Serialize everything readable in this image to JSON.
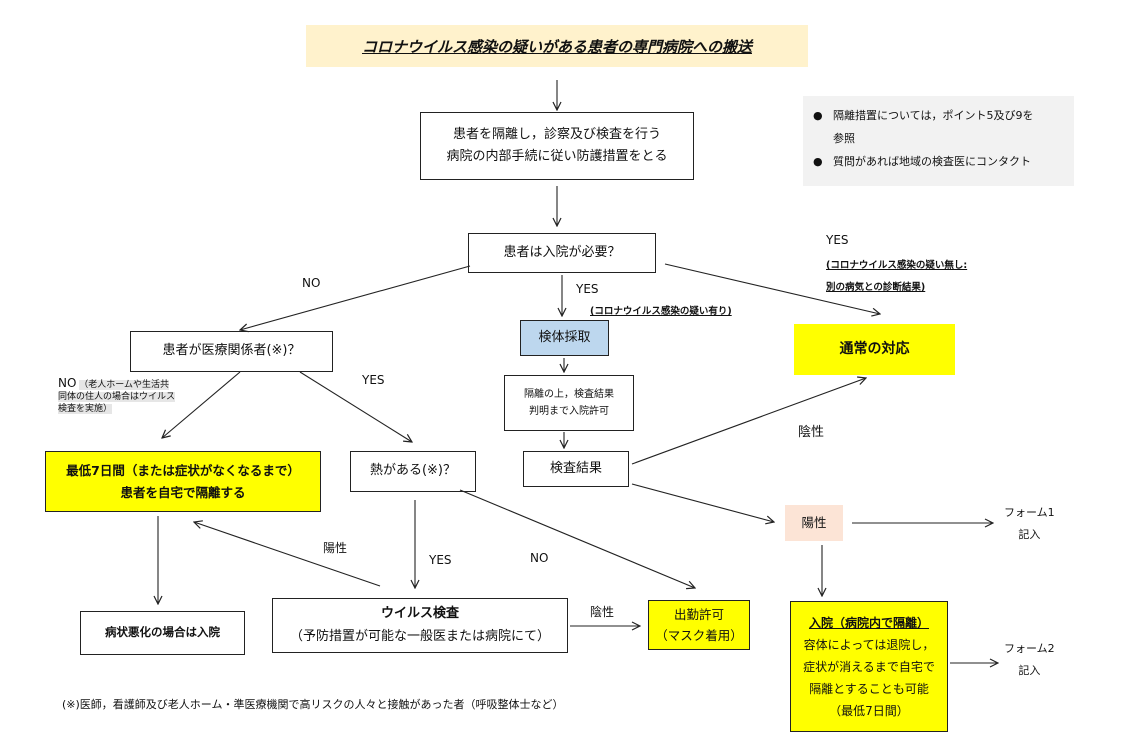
{
  "title": "コロナウイルス感染の疑いがある患者の専門病院への搬送",
  "note": {
    "item1_line1": "隔離措置については，ポイント5及び9を",
    "item1_line2": "参照",
    "item2": "質問があれば地域の検査医にコンタクト"
  },
  "nodes": {
    "isolate_line1": "患者を隔離し，診察及び検査を行う",
    "isolate_line2": "病院の内部手続に従い防護措置をとる",
    "need_admission": "患者は入院が必要？",
    "medical_worker": "患者が医療関係者(※)？",
    "specimen": "検体採取",
    "admit_until_line1": "隔離の上，検査結果",
    "admit_until_line2": "判明まで入院許可",
    "test_result": "検査結果",
    "normal_care": "通常の対応",
    "home_isolation_line1": "最低7日間（または症状がなくなるまで）",
    "home_isolation_line2": "患者を自宅で隔離する",
    "fever": "熱がある(※)？",
    "worsen": "病状悪化の場合は入院",
    "virus_test_line1": "ウイルス検査",
    "virus_test_line2": "（予防措置が可能な一般医または病院にて）",
    "work_permit_line1": "出勤許可",
    "work_permit_line2": "（マスク着用）",
    "positive_node": "陽性",
    "hospitalize_line1": "入院（病院内で隔離）",
    "hospitalize_line2": "容体によっては退院し，",
    "hospitalize_line3": "症状が消えるまで自宅で",
    "hospitalize_line4": "隔離とすることも可能",
    "hospitalize_line5": "（最低7日間）"
  },
  "labels": {
    "no_left": "NO",
    "yes_center": "YES",
    "yes_center_note": "(コロナウイルス感染の疑い有り)",
    "yes_right": "YES",
    "yes_right_note1": "(コロナウイルス感染の疑い無し:",
    "yes_right_note2": "別の病気との診断結果)",
    "no_medical": "NO",
    "no_medical_note1": "（老人ホームや生活共",
    "no_medical_note2": "同体の住人の場合はウイルス",
    "no_medical_note3": "検査を実施）",
    "yes_medical": "YES",
    "yes_fever": "YES",
    "no_fever": "NO",
    "positive_virus": "陽性",
    "negative_virus": "陰性",
    "negative_result": "陰性",
    "form1_line1": "フォーム1",
    "form1_line2": "記入",
    "form2_line1": "フォーム2",
    "form2_line2": "記入"
  },
  "footnote": "(※)医師，看護師及び老人ホーム・準医療機関で高リスクの人々と接触があった者（呼吸整体士など）",
  "colors": {
    "title_bg": "#fff2cc",
    "yellow": "#ffff00",
    "specimen_bg": "#bdd7ee",
    "positive_bg": "#fce4d6",
    "note_bg": "#f2f2f2"
  }
}
